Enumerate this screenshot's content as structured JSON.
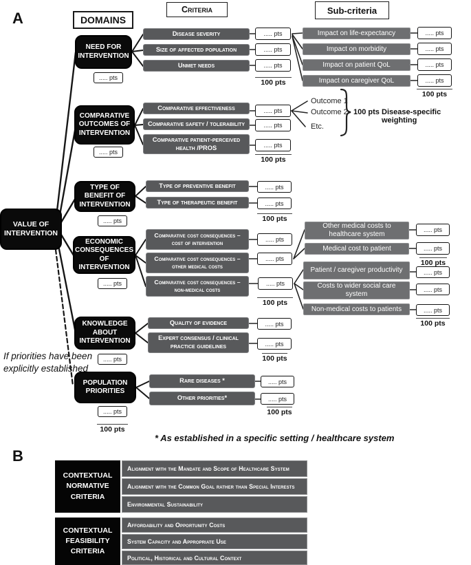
{
  "labels": {
    "pts": "..... pts",
    "total": "100 pts"
  },
  "panel_a": {
    "tag": "A",
    "headers": {
      "domains": "DOMAINS",
      "criteria": "Criteria",
      "subcriteria": "Sub-criteria"
    },
    "root": "VALUE OF INTERVENTION",
    "condition_note": "If priorities have been explicitly established",
    "footnote": "* As established in a specific setting  / healthcare system",
    "outcome_weighting": {
      "items": [
        "Outcome 1",
        "Outcome 2",
        "Etc."
      ],
      "total": "100 pts",
      "caption": "Disease-specific weighting"
    },
    "domains": [
      {
        "name": "NEED FOR INTERVENTION",
        "criteria": [
          "Disease severity",
          "Size of affected population",
          "Unmet needs"
        ]
      },
      {
        "name": "COMPARATIVE OUTCOMES OF INTERVENTION",
        "criteria": [
          "Comparative effectiveness",
          "Comparative safety / tolerability",
          "Comparative patient-perceived health /PROS"
        ]
      },
      {
        "name": "TYPE OF BENEFIT OF INTERVENTION",
        "criteria": [
          "Type of preventive benefit",
          "Type of therapeutic benefit"
        ]
      },
      {
        "name": "ECONOMIC CONSEQUENCES OF INTERVENTION",
        "criteria": [
          "Comparative cost consequences – cost of intervention",
          "Comparative cost consequences – other medical costs",
          "Comparative cost consequences – non-medical costs"
        ]
      },
      {
        "name": "KNOWLEDGE ABOUT INTERVENTION",
        "criteria": [
          "Quality of evidence",
          "Expert consensus / clinical practice guidelines"
        ]
      },
      {
        "name": "POPULATION PRIORITIES",
        "criteria": [
          "Rare diseases *",
          "Other priorities*"
        ]
      }
    ],
    "subcriteria": {
      "need": [
        "Impact on life-expectancy",
        "Impact on morbidity",
        "Impact on patient QoL",
        "Impact on caregiver QoL"
      ],
      "other_medical": [
        "Other medical costs to healthcare system",
        "Medical cost to patient"
      ],
      "non_medical": [
        "Patient / caregiver productivity",
        "Costs to wider social care system",
        "Non-medical costs to patients"
      ]
    }
  },
  "panel_b": {
    "tag": "B",
    "groups": [
      {
        "header": "CONTEXTUAL NORMATIVE CRITERIA",
        "rows": [
          "Alignment with the Mandate and Scope of Healthcare System",
          "Alignment with the Common Goal rather than Special Interests",
          "Environmental Sustainability"
        ]
      },
      {
        "header": "CONTEXTUAL FEASIBILITY CRITERIA",
        "rows": [
          "Affordability and Opportunity Costs",
          "System Capacity and Appropriate Use",
          "Political, Historical and Cultural Context"
        ]
      }
    ]
  }
}
